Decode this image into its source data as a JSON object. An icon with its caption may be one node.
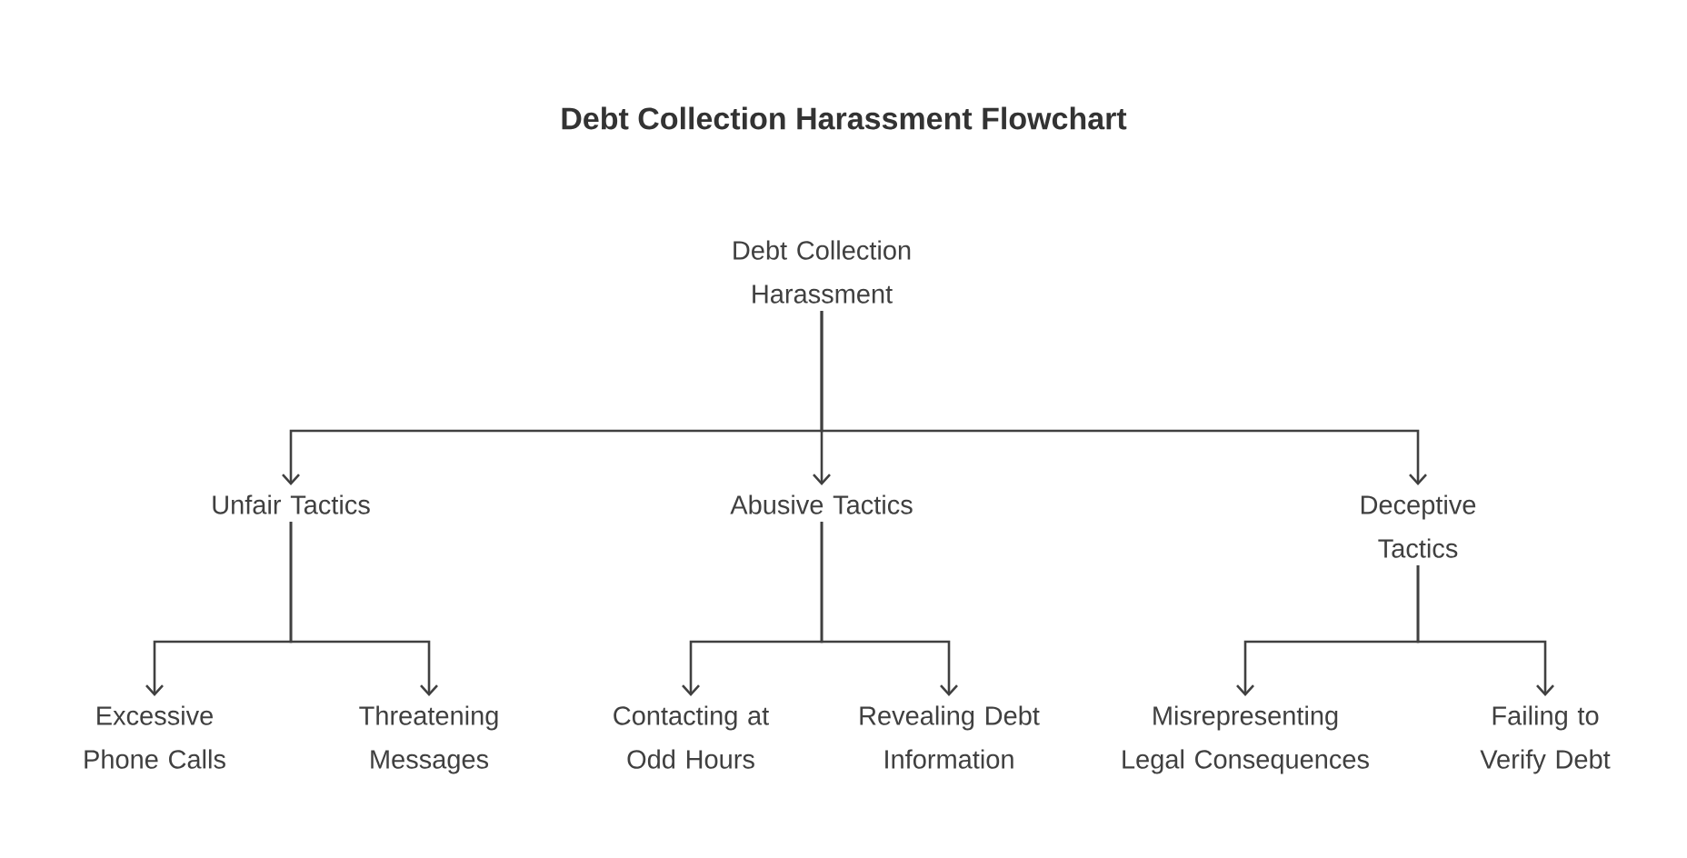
{
  "diagram": {
    "title": "Debt Collection Harassment Flowchart",
    "nodes": [
      {
        "text": [
          "Debt Collection Harassment"
        ]
      },
      {
        "text": [
          "Unfair Tactics"
        ]
      },
      {
        "text": [
          "Abusive Tactics"
        ]
      },
      {
        "text": [
          "Deceptive Tactics"
        ]
      },
      {
        "text": [
          "Excessive Phone Calls"
        ]
      },
      {
        "text": [
          "Threatening Messages"
        ]
      },
      {
        "text": [
          "Contacting at Odd Hours"
        ]
      },
      {
        "text": [
          "Revealing Debt Information"
        ]
      },
      {
        "text": [
          "Misrepresenting Legal Consequences"
        ]
      },
      {
        "text": [
          "Failing to Verify Debt"
        ]
      }
    ],
    "edges": [
      {
        "from": 0,
        "to": 1,
        "arrow": "to"
      },
      {
        "from": 0,
        "to": 2,
        "arrow": "to"
      },
      {
        "from": 0,
        "to": 3,
        "arrow": "to"
      },
      {
        "from": 1,
        "to": 4,
        "arrow": "to"
      },
      {
        "from": 1,
        "to": 5,
        "arrow": "to"
      },
      {
        "from": 2,
        "to": 6,
        "arrow": "to"
      },
      {
        "from": 2,
        "to": 7,
        "arrow": "to"
      },
      {
        "from": 3,
        "to": 8,
        "arrow": "to"
      },
      {
        "from": 3,
        "to": 9,
        "arrow": "to"
      }
    ]
  }
}
